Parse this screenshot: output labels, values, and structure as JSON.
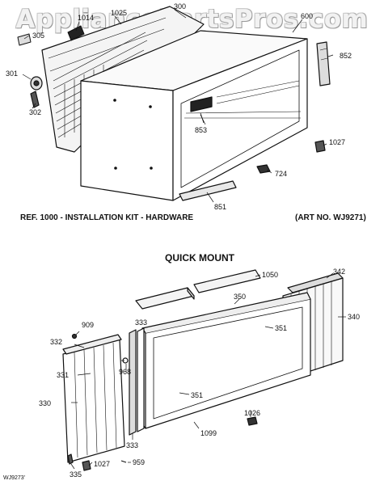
{
  "watermark": "AppliancePartsPros.com",
  "top_section": {
    "caption": "REF. 1000 - INSTALLATION KIT - HARDWARE",
    "art_no": "(ART NO. WJ9271)",
    "labels": {
      "p1014": "1014",
      "p1025": "1025",
      "p300": "300",
      "p600": "600",
      "p305": "305",
      "p852": "852",
      "p301": "301",
      "p302": "302",
      "p853": "853",
      "p1027": "1027",
      "p724": "724",
      "p851": "851"
    }
  },
  "bottom_section": {
    "heading": "QUICK MOUNT",
    "code": "WJ9273'",
    "labels": {
      "p1050": "1050",
      "p342": "342",
      "p350": "350",
      "p340": "340",
      "p909": "909",
      "p332": "332",
      "p333top": "333",
      "p351a": "351",
      "p331": "331",
      "p968": "968",
      "p351b": "351",
      "p330": "330",
      "p1026": "1026",
      "p333bot": "333",
      "p1099": "1099",
      "p335": "335",
      "p1027": "1027",
      "p959": "959"
    }
  }
}
